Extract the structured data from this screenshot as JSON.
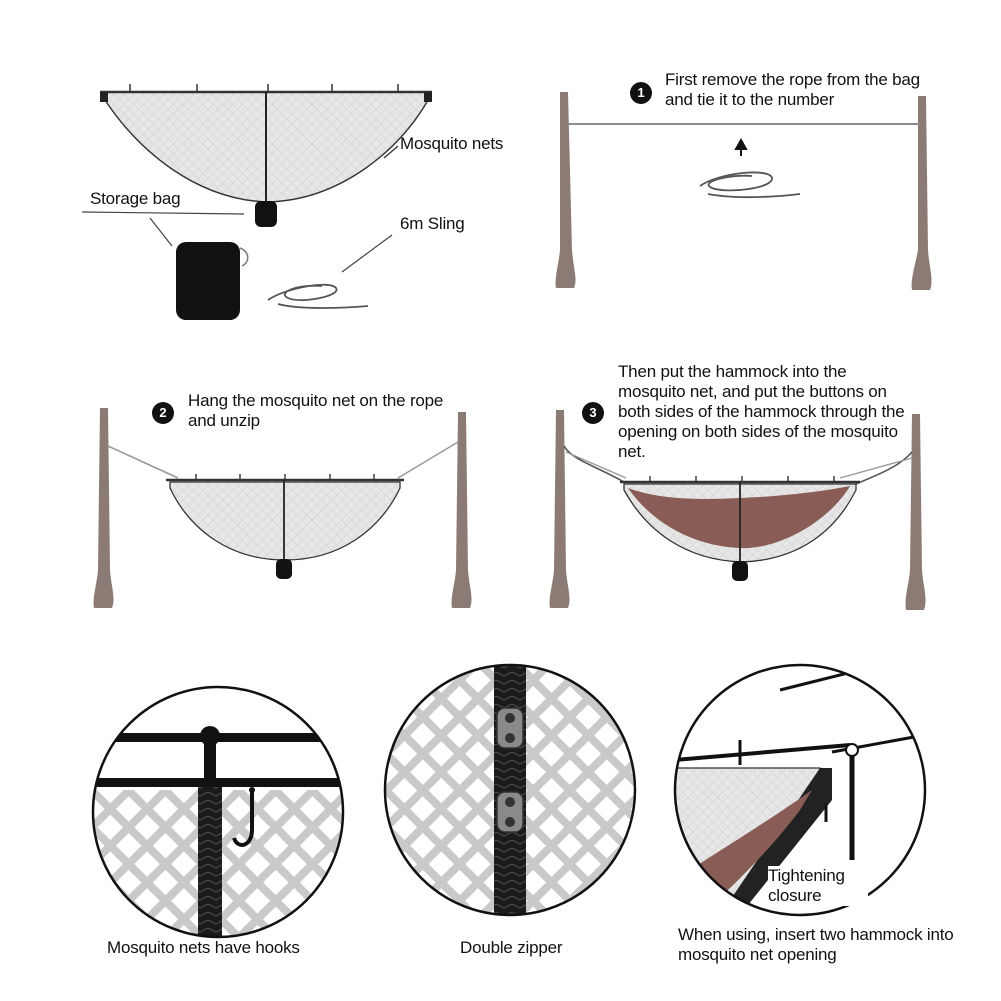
{
  "labels": {
    "mosquito_nets": "Mosquito nets",
    "storage_bag": "Storage bag",
    "sling": "6m Sling",
    "hooks": "Mosquito nets have hooks",
    "double_zipper": "Double zipper",
    "tightening": "Tightening closure",
    "when_using": "When using, insert two hammock into mosquito net opening"
  },
  "steps": [
    {
      "number": "1",
      "text": "First remove the rope from the bag and tie it to the number"
    },
    {
      "number": "2",
      "text": "Hang the mosquito net on the rope and unzip"
    },
    {
      "number": "3",
      "text": "Then put the hammock into the mosquito net, and put the buttons on both sides of the hammock through the opening on both sides of the mosquito net."
    }
  ],
  "colors": {
    "tree": "#8c7b75",
    "net_fill": "#e4e4e4",
    "hammock": "#8a5c56",
    "ink": "#111111"
  }
}
